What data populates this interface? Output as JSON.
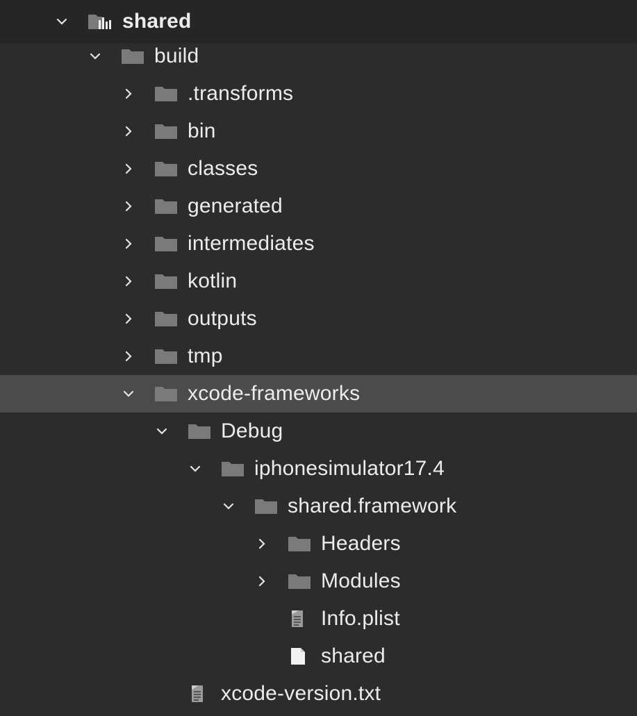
{
  "tree": [
    {
      "label": "shared",
      "level": 0,
      "type": "module",
      "expanded": true
    },
    {
      "label": "build",
      "level": 1,
      "type": "folder",
      "expanded": true
    },
    {
      "label": ".transforms",
      "level": 2,
      "type": "folder",
      "expanded": false
    },
    {
      "label": "bin",
      "level": 2,
      "type": "folder",
      "expanded": false
    },
    {
      "label": "classes",
      "level": 2,
      "type": "folder",
      "expanded": false
    },
    {
      "label": "generated",
      "level": 2,
      "type": "folder",
      "expanded": false
    },
    {
      "label": "intermediates",
      "level": 2,
      "type": "folder",
      "expanded": false
    },
    {
      "label": "kotlin",
      "level": 2,
      "type": "folder",
      "expanded": false
    },
    {
      "label": "outputs",
      "level": 2,
      "type": "folder",
      "expanded": false
    },
    {
      "label": "tmp",
      "level": 2,
      "type": "folder",
      "expanded": false
    },
    {
      "label": "xcode-frameworks",
      "level": 2,
      "type": "folder",
      "expanded": true,
      "selected": true
    },
    {
      "label": "Debug",
      "level": 3,
      "type": "folder",
      "expanded": true
    },
    {
      "label": "iphonesimulator17.4",
      "level": 4,
      "type": "folder",
      "expanded": true
    },
    {
      "label": "shared.framework",
      "level": 5,
      "type": "folder",
      "expanded": true
    },
    {
      "label": "Headers",
      "level": 6,
      "type": "folder",
      "expanded": false
    },
    {
      "label": "Modules",
      "level": 6,
      "type": "folder",
      "expanded": false
    },
    {
      "label": "Info.plist",
      "level": 6,
      "type": "text-file"
    },
    {
      "label": "shared",
      "level": 6,
      "type": "binary-file"
    },
    {
      "label": "xcode-version.txt",
      "level": 3,
      "type": "text-file"
    }
  ],
  "colors": {
    "folder": "#7a7a7a",
    "selected_row": "#4b4b4b",
    "text": "#ececec"
  }
}
